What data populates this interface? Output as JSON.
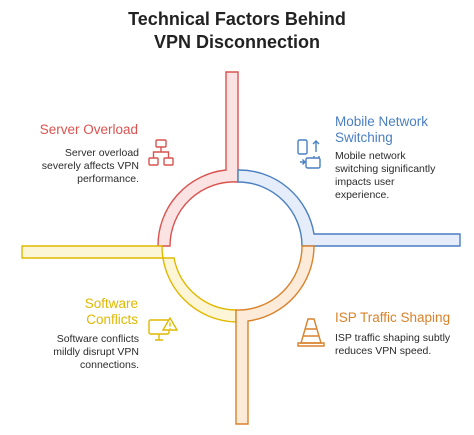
{
  "title": {
    "line1": "Technical Factors Behind",
    "line2": "VPN Disconnection"
  },
  "colors": {
    "server": "#d9534f",
    "mobile": "#4a7fc1",
    "software": "#e0b800",
    "isp": "#d9822b"
  },
  "factors": [
    {
      "id": "server-overload",
      "heading": "Server Overload",
      "description": [
        "Server overload",
        "severely affects VPN",
        "performance."
      ],
      "icon": "network-icon"
    },
    {
      "id": "mobile-network-switching",
      "heading": [
        "Mobile Network",
        "Switching"
      ],
      "description": [
        "Mobile network",
        "switching significantly",
        "impacts user",
        "experience."
      ],
      "icon": "mobile-switch-icon"
    },
    {
      "id": "software-conflicts",
      "heading": [
        "Software",
        "Conflicts"
      ],
      "description": [
        "Software conflicts",
        "mildly disrupt VPN",
        "connections."
      ],
      "icon": "computer-warning-icon"
    },
    {
      "id": "isp-traffic-shaping",
      "heading": "ISP Traffic Shaping",
      "description": [
        "ISP traffic shaping subtly",
        "reduces VPN speed."
      ],
      "icon": "traffic-cone-icon"
    }
  ]
}
